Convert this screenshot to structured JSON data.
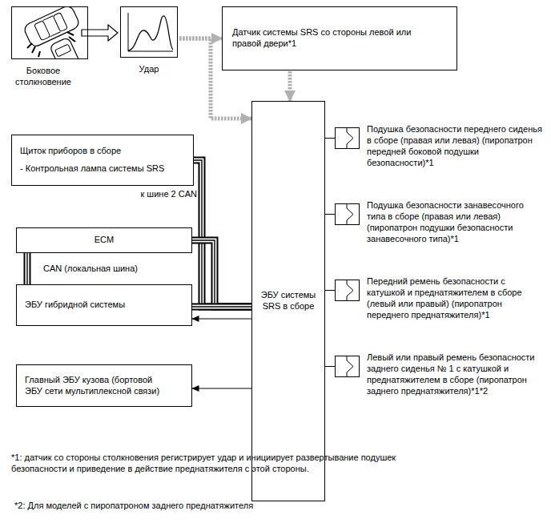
{
  "diagram": {
    "nodes": [
      {
        "text": [
          "Боковое столкновение"
        ]
      },
      {
        "text": [
          "Удар"
        ]
      },
      {
        "text": [
          "Датчик системы SRS со стороны левой или правой двери*1"
        ]
      },
      {
        "text": [
          "Щиток приборов в сборе",
          "- Контрольная лампа системы SRS"
        ]
      },
      {
        "text": [
          "ECM"
        ]
      },
      {
        "text": [
          "ЭБУ гибридной системы"
        ]
      },
      {
        "text": [
          "Главный ЭБУ кузова (бортовой ЭБУ сети мультиплексной связи)"
        ]
      },
      {
        "text": [
          "ЭБУ системы SRS в сборе"
        ]
      },
      {
        "text": [
          "Подушка безопасности переднего сиденья в сборе (правая или левая) (пиропатрон передней боковой подушки безопасности)*1"
        ]
      },
      {
        "text": [
          "Подушка безопасности занавесочного типа в сборе (правая или левая) (пиропатрон подушки безопасности занавесочного типа)*1"
        ]
      },
      {
        "text": [
          "Передний ремень безопасности с катушкой и преднатяжителем в сборе (левый или правый) (пиропатрон переднего преднатяжителя)*1"
        ]
      },
      {
        "text": [
          "Левый или правый ремень безопасности заднего сиденья № 1 с катушкой и преднатяжителем в сборе (пиропатрон заднего преднатяжителя)*1*2"
        ]
      }
    ],
    "edges": [
      {
        "from": 0,
        "to": 1,
        "arrow": "to"
      },
      {
        "from": 1,
        "to": 2,
        "arrow": "to"
      },
      {
        "from": 1,
        "to": 7,
        "arrow": "to"
      },
      {
        "from": 2,
        "to": 7,
        "arrow": "to"
      },
      {
        "from": 3,
        "to": 7,
        "arrow": "none"
      },
      {
        "from": 4,
        "to": 7,
        "arrow": "none"
      },
      {
        "from": 4,
        "to": 5,
        "label": "CAN (локальная шина)",
        "arrow": "none"
      },
      {
        "from": 5,
        "to": 7,
        "arrow": "none"
      },
      {
        "from": 7,
        "to": 5,
        "arrow": "to"
      },
      {
        "from": 7,
        "to": 6,
        "arrow": "to"
      },
      {
        "from": 7,
        "to": 8,
        "arrow": "none"
      },
      {
        "from": 7,
        "to": 9,
        "arrow": "none"
      },
      {
        "from": 7,
        "to": 10,
        "arrow": "none"
      },
      {
        "from": 7,
        "to": 11,
        "arrow": "none"
      }
    ],
    "labels": [
      "к шине 2 CAN",
      "*1: датчик со стороны столкновения регистрирует удар и инициирует развертывание подушек безопасности и приведение в действие преднатяжителя с этой стороны.",
      "*2: Для моделей с пиропатроном заднего преднатяжителя"
    ]
  }
}
